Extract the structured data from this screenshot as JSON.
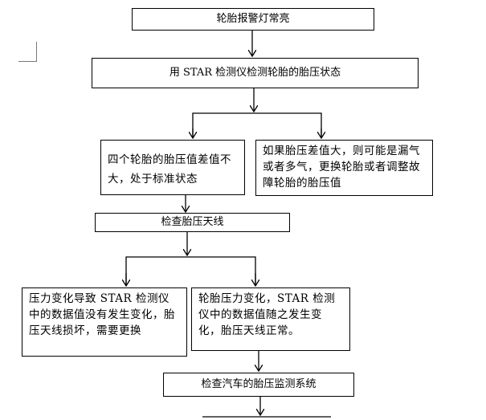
{
  "flowchart": {
    "steps": [
      {
        "id": "n1",
        "text": "轮胎报警灯常亮"
      },
      {
        "id": "n2",
        "text": "用 STAR 检测仪检测轮胎的胎压状态"
      },
      {
        "id": "n3",
        "text": "四个轮胎的胎压值差值不大，处于标准状态"
      },
      {
        "id": "n4",
        "text": "如果胎压差值大，则可能是漏气或者多气，更换轮胎或者调整故障轮胎的胎压值"
      },
      {
        "id": "n5",
        "text": "检查胎压天线"
      },
      {
        "id": "n6",
        "text": "压力变化导致 STAR 检测仪中的数据值没有发生变化，胎压天线损坏，需要更换"
      },
      {
        "id": "n7",
        "text": "轮胎压力变化，STAR 检测仪中的数据值随之发生变化，胎压天线正常。"
      },
      {
        "id": "n8",
        "text": "检查汽车的胎压监测系统"
      }
    ]
  }
}
